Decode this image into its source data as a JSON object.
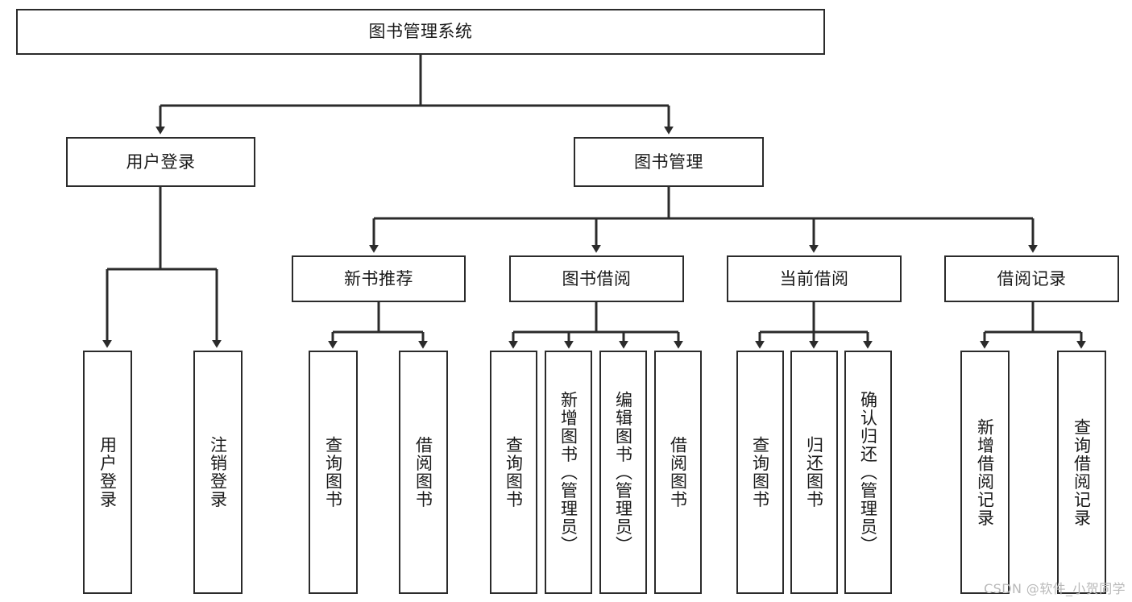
{
  "diagram": {
    "type": "tree-hierarchy",
    "title": "图书管理系统",
    "watermark": "CSDN @软件_小贺同学",
    "colors": {
      "stroke": "#2b2b2b",
      "fill": "#ffffff",
      "text": "#1a1a1a",
      "watermark": "#b9b9b9"
    },
    "nodes": {
      "root": {
        "label": "图书管理系统",
        "orientation": "horizontal"
      },
      "user_login": {
        "label": "用户登录",
        "orientation": "horizontal"
      },
      "book_manage": {
        "label": "图书管理",
        "orientation": "horizontal"
      },
      "new_book_rec": {
        "label": "新书推荐",
        "orientation": "horizontal"
      },
      "book_borrow": {
        "label": "图书借阅",
        "orientation": "horizontal"
      },
      "current_borrow": {
        "label": "当前借阅",
        "orientation": "horizontal"
      },
      "borrow_record": {
        "label": "借阅记录",
        "orientation": "horizontal"
      },
      "leaf_user_login": {
        "label": "用户登录",
        "orientation": "vertical"
      },
      "leaf_logout": {
        "label": "注销登录",
        "orientation": "vertical"
      },
      "leaf_query_book_1": {
        "label": "查询图书",
        "orientation": "vertical"
      },
      "leaf_borrow_book_1": {
        "label": "借阅图书",
        "orientation": "vertical"
      },
      "leaf_query_book_2": {
        "label": "查询图书",
        "orientation": "vertical"
      },
      "leaf_add_book": {
        "label": "新增图书（管理员）",
        "orientation": "vertical"
      },
      "leaf_edit_book": {
        "label": "编辑图书（管理员）",
        "orientation": "vertical"
      },
      "leaf_borrow_book_2": {
        "label": "借阅图书",
        "orientation": "vertical"
      },
      "leaf_query_book_3": {
        "label": "查询图书",
        "orientation": "vertical"
      },
      "leaf_return_book": {
        "label": "归还图书",
        "orientation": "vertical"
      },
      "leaf_confirm_return": {
        "label": "确认归还（管理员）",
        "orientation": "vertical"
      },
      "leaf_add_record": {
        "label": "新增借阅记录",
        "orientation": "vertical"
      },
      "leaf_query_record": {
        "label": "查询借阅记录",
        "orientation": "vertical"
      }
    },
    "edges": [
      {
        "from": "root",
        "to": "user_login"
      },
      {
        "from": "root",
        "to": "book_manage"
      },
      {
        "from": "user_login",
        "to": "leaf_user_login"
      },
      {
        "from": "user_login",
        "to": "leaf_logout"
      },
      {
        "from": "book_manage",
        "to": "new_book_rec"
      },
      {
        "from": "book_manage",
        "to": "book_borrow"
      },
      {
        "from": "book_manage",
        "to": "current_borrow"
      },
      {
        "from": "book_manage",
        "to": "borrow_record"
      },
      {
        "from": "new_book_rec",
        "to": "leaf_query_book_1"
      },
      {
        "from": "new_book_rec",
        "to": "leaf_borrow_book_1"
      },
      {
        "from": "book_borrow",
        "to": "leaf_query_book_2"
      },
      {
        "from": "book_borrow",
        "to": "leaf_add_book"
      },
      {
        "from": "book_borrow",
        "to": "leaf_edit_book"
      },
      {
        "from": "book_borrow",
        "to": "leaf_borrow_book_2"
      },
      {
        "from": "current_borrow",
        "to": "leaf_query_book_3"
      },
      {
        "from": "current_borrow",
        "to": "leaf_return_book"
      },
      {
        "from": "current_borrow",
        "to": "leaf_confirm_return"
      },
      {
        "from": "borrow_record",
        "to": "leaf_add_record"
      },
      {
        "from": "borrow_record",
        "to": "leaf_query_record"
      }
    ]
  }
}
